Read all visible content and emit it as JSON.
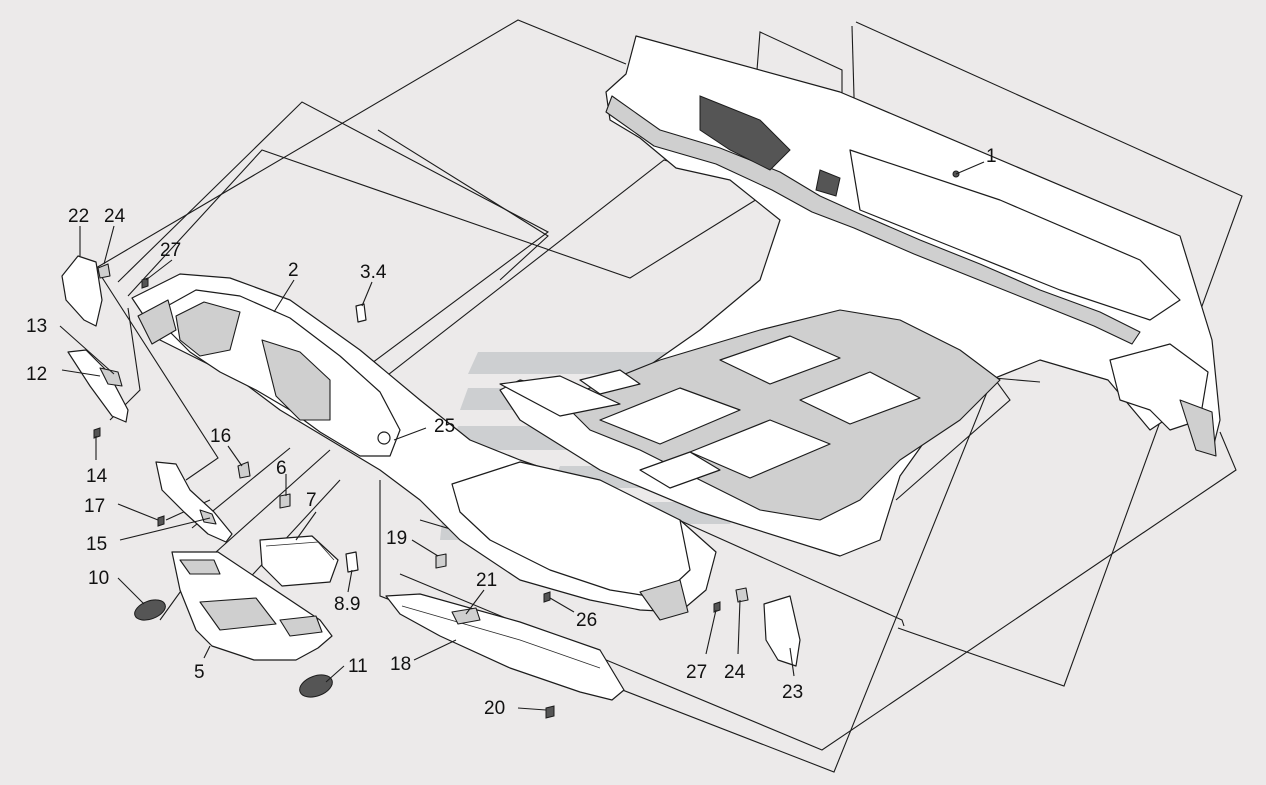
{
  "diagram": {
    "colors": {
      "background": "#eceaea",
      "line": "#1c1c1c",
      "watermark": "#b5b8bb"
    },
    "callouts": [
      {
        "id": "c1",
        "text": "1"
      },
      {
        "id": "c2",
        "text": "2"
      },
      {
        "id": "c34",
        "text": "3.4"
      },
      {
        "id": "c5",
        "text": "5"
      },
      {
        "id": "c6",
        "text": "6"
      },
      {
        "id": "c7",
        "text": "7"
      },
      {
        "id": "c89",
        "text": "8.9"
      },
      {
        "id": "c10",
        "text": "10"
      },
      {
        "id": "c11",
        "text": "11"
      },
      {
        "id": "c12",
        "text": "12"
      },
      {
        "id": "c13",
        "text": "13"
      },
      {
        "id": "c14",
        "text": "14"
      },
      {
        "id": "c15",
        "text": "15"
      },
      {
        "id": "c16",
        "text": "16"
      },
      {
        "id": "c17",
        "text": "17"
      },
      {
        "id": "c18",
        "text": "18"
      },
      {
        "id": "c19",
        "text": "19"
      },
      {
        "id": "c20",
        "text": "20"
      },
      {
        "id": "c21",
        "text": "21"
      },
      {
        "id": "c22",
        "text": "22"
      },
      {
        "id": "c23",
        "text": "23"
      },
      {
        "id": "c24a",
        "text": "24"
      },
      {
        "id": "c24b",
        "text": "24"
      },
      {
        "id": "c25",
        "text": "25"
      },
      {
        "id": "c26",
        "text": "26"
      },
      {
        "id": "c27a",
        "text": "27"
      },
      {
        "id": "c27b",
        "text": "27"
      }
    ]
  }
}
